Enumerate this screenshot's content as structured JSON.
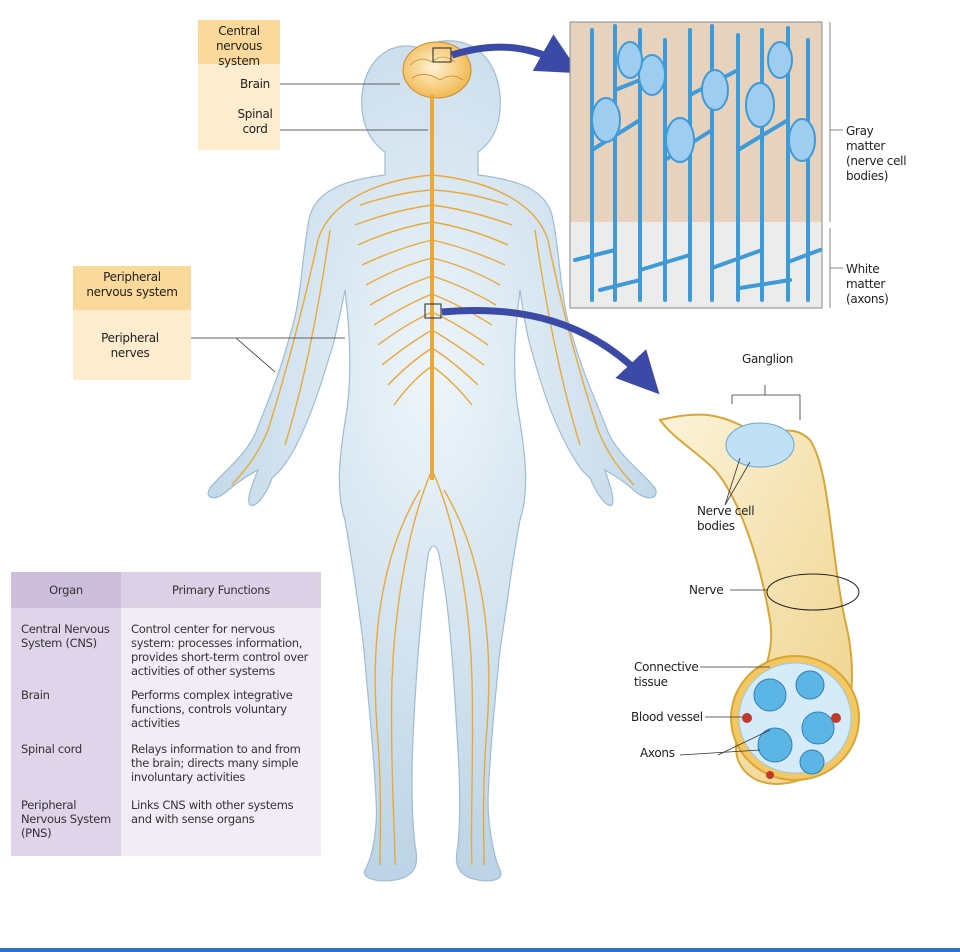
{
  "labels": {
    "cns_title_1": "Central",
    "cns_title_2": "nervous system",
    "brain": "Brain",
    "spinal_1": "Spinal",
    "spinal_2": "cord",
    "pns_title_1": "Peripheral",
    "pns_title_2": "nervous system",
    "periph_1": "Peripheral",
    "periph_2": "nerves",
    "gray_1": "Gray",
    "gray_2": "matter",
    "gray_3": "(nerve cell",
    "gray_4": "bodies)",
    "white_1": "White",
    "white_2": "matter",
    "white_3": "(axons)",
    "ganglion": "Ganglion",
    "ncb_1": "Nerve cell",
    "ncb_2": "bodies",
    "nerve": "Nerve",
    "connective_1": "Connective",
    "connective_2": "tissue",
    "blood_vessel": "Blood vessel",
    "axons": "Axons"
  },
  "table": {
    "headers": [
      "Organ",
      "Primary Functions"
    ],
    "rows": [
      {
        "organ": "Central Nervous System (CNS)",
        "function": "Control center for nervous system: processes information, provides short-term control over activities of other systems"
      },
      {
        "organ": "Brain",
        "function": "Performs complex integrative functions, controls voluntary activities"
      },
      {
        "organ": "Spinal cord",
        "function": "Relays information to and from the brain; directs many simple involuntary activities"
      },
      {
        "organ": "Peripheral Nervous System (PNS)",
        "function": "Links CNS with other systems and with sense organs"
      }
    ]
  },
  "colors": {
    "nerve": "#e9a93a",
    "skin": "#dce9f3",
    "arrow": "#3b4aa6",
    "neuron": "#4aa3dc",
    "label_box": "#fdeccd",
    "table_bg": "#f1ecf5"
  }
}
